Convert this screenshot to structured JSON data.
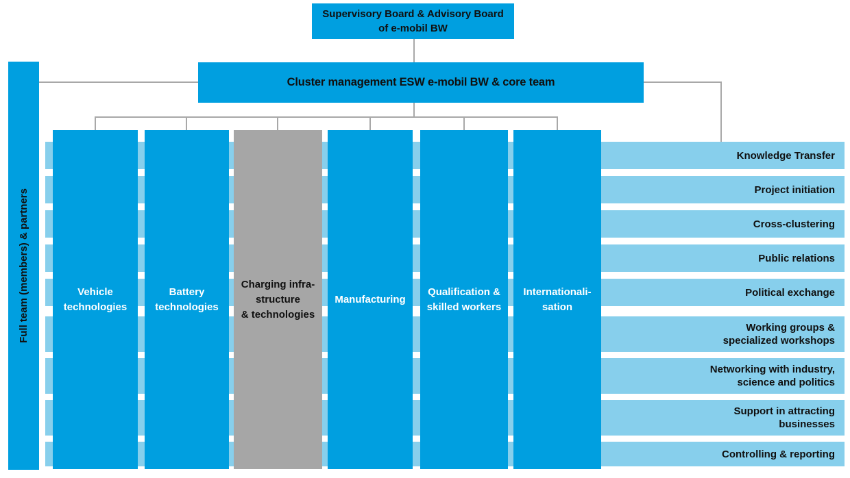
{
  "org_chart": {
    "top_box": {
      "label": "Supervisory Board & Advisory Board\nof e-mobil BW"
    },
    "management_box": {
      "label": "Cluster management ESW e-mobil BW & core team"
    },
    "left_bar": {
      "label": "Full team (members) & partners"
    },
    "columns": [
      {
        "label": "Vehicle\ntechnologies",
        "variant": "blue"
      },
      {
        "label": "Battery\ntechnologies",
        "variant": "blue"
      },
      {
        "label": "Charging infra-\nstructure\n& technologies",
        "variant": "gray"
      },
      {
        "label": "Manufacturing",
        "variant": "blue"
      },
      {
        "label": "Qualification &\nskilled workers",
        "variant": "blue"
      },
      {
        "label": "Internationali-\nsation",
        "variant": "blue"
      }
    ],
    "rows": [
      {
        "label": "Knowledge Transfer"
      },
      {
        "label": "Project initiation"
      },
      {
        "label": "Cross-clustering"
      },
      {
        "label": "Public relations"
      },
      {
        "label": "Political exchange"
      },
      {
        "label": "Working groups &\nspecialized workshops"
      },
      {
        "label": "Networking with industry,\nscience and politics"
      },
      {
        "label": "Support in attracting\nbusinesses"
      },
      {
        "label": "Controlling & reporting"
      }
    ],
    "colors": {
      "primary_blue": "#009FE0",
      "light_blue": "#87CFEC",
      "gray_box": "#A6A6A6",
      "connector": "#A8A8A8",
      "text_dark": "#101010",
      "text_light": "#FFFFFF"
    }
  }
}
